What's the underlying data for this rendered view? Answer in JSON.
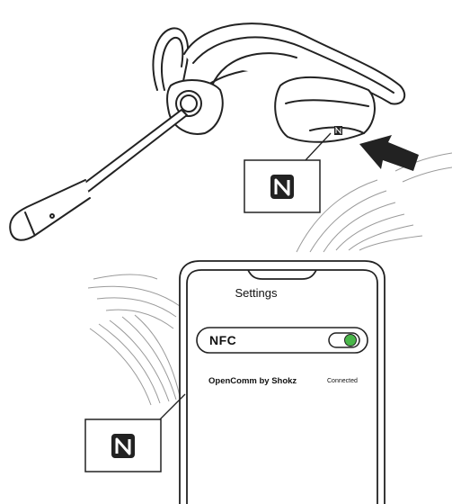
{
  "phone": {
    "header_title": "Settings",
    "nfc_setting": {
      "label": "NFC",
      "toggle_state": "on",
      "toggle_color": "#49b649"
    },
    "device": {
      "name": "OpenComm by Shokz",
      "status": "Connected"
    }
  },
  "icons": {
    "headset": "bone-conduction-headset-icon",
    "nfc_logo": "nfc-n-logo-icon",
    "arrow": "tap-arrow-icon",
    "waves": "nfc-signal-waves-icon"
  },
  "colors": {
    "line": "#222222",
    "wave": "#9a9a9a",
    "toggle_on": "#49b649"
  }
}
